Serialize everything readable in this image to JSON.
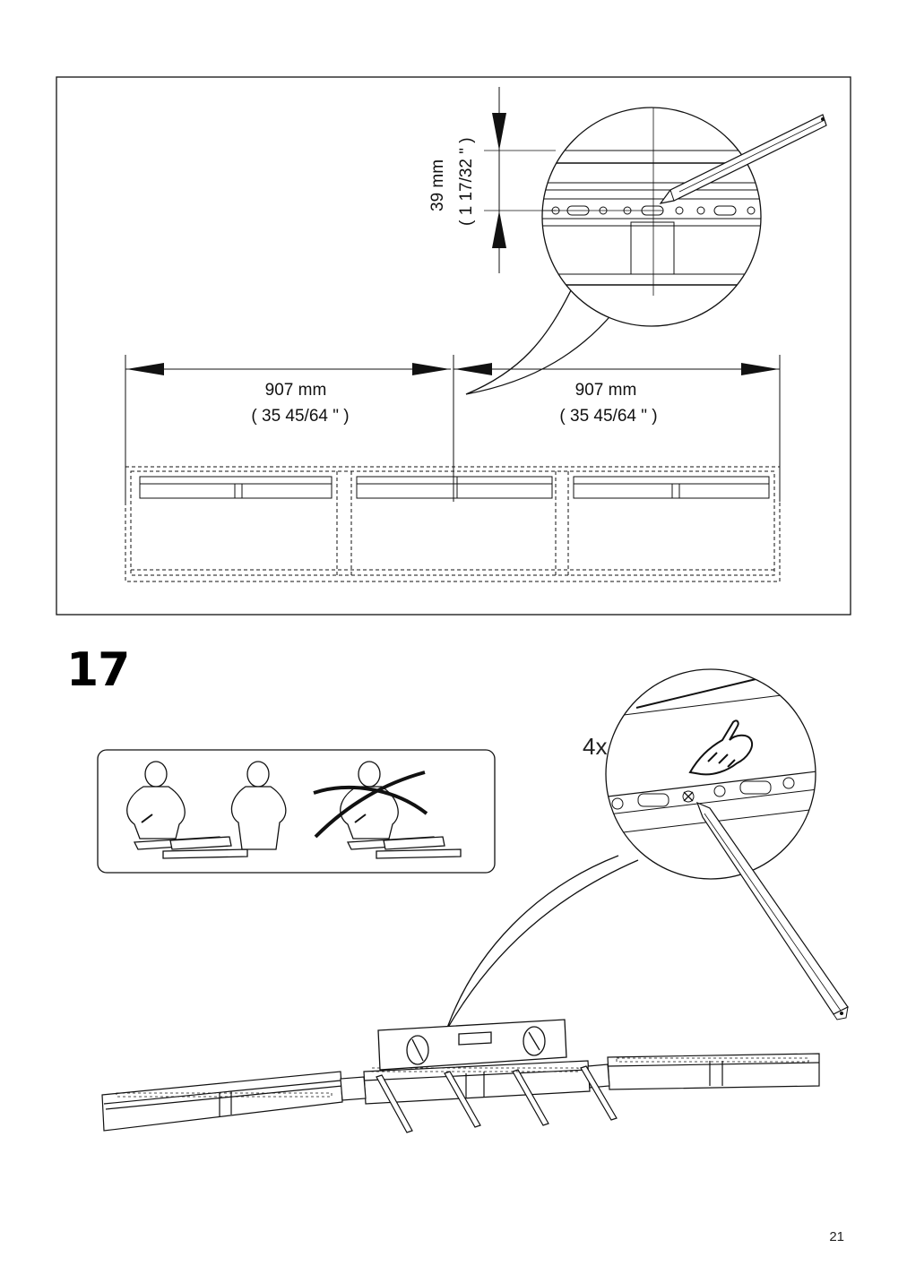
{
  "panel_top": {
    "height_mm": "39 mm",
    "height_in": "( 1 17/32 \" )",
    "left_width_mm": "907 mm",
    "left_width_in": "( 35 45/64 \" )",
    "right_width_mm": "907 mm",
    "right_width_in": "( 35 45/64 \" )"
  },
  "step": {
    "number": "17",
    "count": "4x"
  },
  "icons": {
    "advice": "two-person-assembly-advice",
    "pencil": "pencil-icon",
    "level": "spirit-level-icon",
    "mark": "mark-with-finger-icon"
  },
  "footer": {
    "page_number": "21"
  }
}
